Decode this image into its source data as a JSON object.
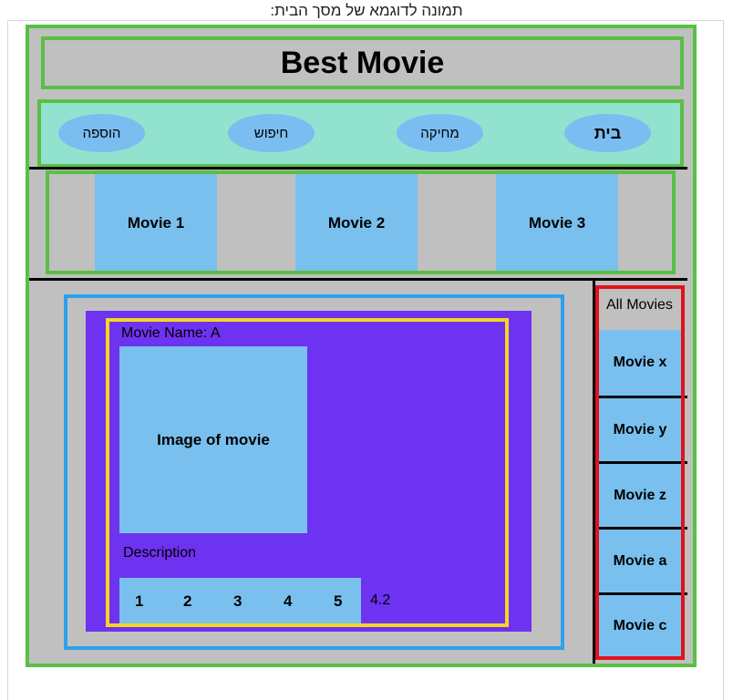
{
  "caption": "תמונה לדוגמא של מסך הבית:",
  "title": "Best Movie",
  "nav": [
    "הוספה",
    "חיפוש",
    "מחיקה",
    "בית"
  ],
  "featured_movies": [
    "Movie 1",
    "Movie 2",
    "Movie 3"
  ],
  "detail": {
    "name_label": "Movie Name: A",
    "image_label": "Image of movie",
    "description_label": "Description",
    "stars": [
      "1",
      "2",
      "3",
      "4",
      "5"
    ],
    "rating": "4.2"
  },
  "sidebar": {
    "header": "All Movies",
    "items": [
      "Movie x",
      "Movie y",
      "Movie z",
      "Movie a",
      "Movie c"
    ]
  },
  "colors": {
    "green_frame": "#5bbf45",
    "blue_frame": "#2ea0ee",
    "yellow_frame": "#f5d620",
    "red_frame": "#e0131c",
    "purple_panel": "#6e32f1",
    "light_blue": "#79c0ef",
    "teal_nav": "#92e2d0",
    "gray_bg": "#c0c0c0"
  }
}
